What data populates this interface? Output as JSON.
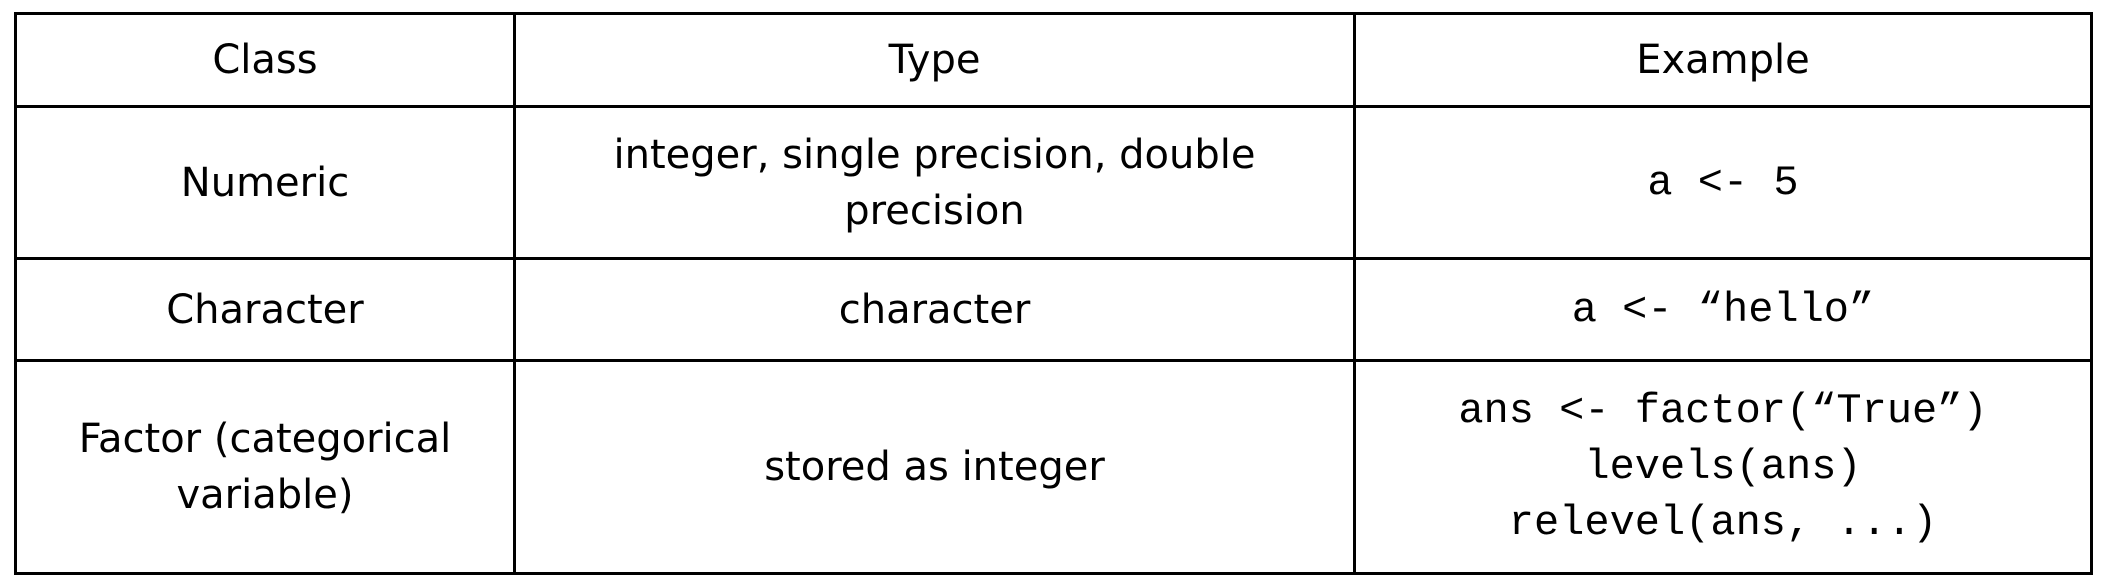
{
  "table": {
    "headers": [
      "Class",
      "Type",
      "Example"
    ],
    "rows": [
      {
        "class": "Numeric",
        "type": "integer, single precision, double precision",
        "example": [
          "a <- 5"
        ]
      },
      {
        "class": "Character",
        "type": "character",
        "example": [
          "a <- “hello”"
        ]
      },
      {
        "class": "Factor (categorical variable)",
        "type": "stored as integer",
        "example": [
          "ans <- factor(“True”)",
          "levels(ans)",
          "relevel(ans, ...)"
        ]
      }
    ]
  }
}
